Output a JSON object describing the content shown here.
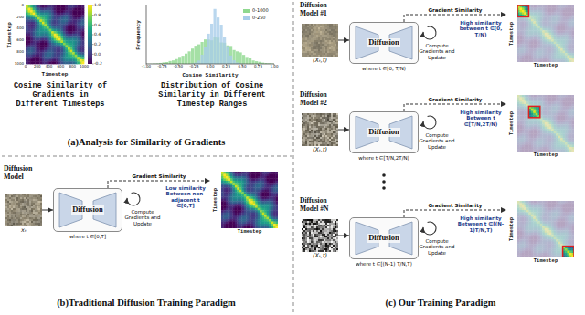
{
  "diagram": {
    "nodes": [
      {
        "text": [
          "xₜ"
        ]
      },
      {
        "text": [
          "Diffusion",
          "where t ∈[0,T]"
        ]
      },
      {
        "text": [
          "Timestep",
          "Timestep"
        ]
      },
      {
        "text": [
          "(Xₜ,t)"
        ]
      },
      {
        "text": [
          "Diffusion",
          "where t ∈[0, T/N)"
        ]
      },
      {
        "text": [
          "Timestep",
          "Timestep"
        ]
      },
      {
        "text": [
          "(Xₜ,t)"
        ]
      },
      {
        "text": [
          "Diffusion",
          "where t ∈[T/N,2T/N)"
        ]
      },
      {
        "text": [
          "Timestep",
          "Timestep"
        ]
      },
      {
        "text": [
          "(Xₜ,t)"
        ]
      },
      {
        "text": [
          "Diffusion",
          "where t ∈[(N-1) T/N,T)"
        ]
      },
      {
        "text": [
          "Timestep",
          "Timestep"
        ]
      }
    ],
    "edges": [
      {
        "from": 0,
        "to": 1,
        "arrow": "to"
      },
      {
        "from": 1,
        "to": 2,
        "arrow": "to",
        "label": "Gradient Similarity"
      },
      {
        "from": 3,
        "to": 4,
        "arrow": "to"
      },
      {
        "from": 4,
        "to": 5,
        "arrow": "to",
        "label": "Gradient Similarity"
      },
      {
        "from": 6,
        "to": 7,
        "arrow": "to"
      },
      {
        "from": 7,
        "to": 8,
        "arrow": "to",
        "label": "Gradient Similarity"
      },
      {
        "from": 9,
        "to": 10,
        "arrow": "to"
      },
      {
        "from": 10,
        "to": 11,
        "arrow": "to",
        "label": "Gradient Similarity"
      }
    ],
    "labels": [
      "Timestep",
      "Timestep",
      "0",
      "200",
      "400",
      "600",
      "800",
      "1000",
      "0",
      "200",
      "400",
      "600",
      "800",
      "1000",
      "1.0",
      "0.8",
      "0.6",
      "0.4",
      "0.2",
      "0.0",
      "-0.2",
      "Cosine Similarity of Gradients in Different Timesteps",
      "Frequency",
      "Cosine Similarity",
      "-1.00",
      "-0.75",
      "-0.50",
      "-0.25",
      "0.00",
      "0.25",
      "0.50",
      "0.75",
      "1.00",
      "Distribution of Cosine Similarity in Different Timestep Ranges",
      "(a)Analysis for Similarity of Gradients",
      "Diffusion Model",
      "Compute Gradients and Update",
      "Low similarity Between non-adjacent t ∈[0,T]",
      "(b)Traditional Diffusion Training Paradigm",
      "Diffusion Model #1",
      "Compute Gradients and Update",
      "High similarity between t ∈[0, T/N)",
      "Diffusion Model #2",
      "Compute Gradients and Update",
      "High similarity Between t ∈[T/N,2T/N)",
      "Diffusion Model #N",
      "Compute Gradients and Update",
      "High similarity Between t ∈[(N-1)T/N,T)",
      "(c) Our Training Paradigm"
    ],
    "legend": [
      {
        "text": "0-1000",
        "color": "#8fd88f"
      },
      {
        "text": "0-250",
        "color": "#a9cdea"
      }
    ]
  }
}
